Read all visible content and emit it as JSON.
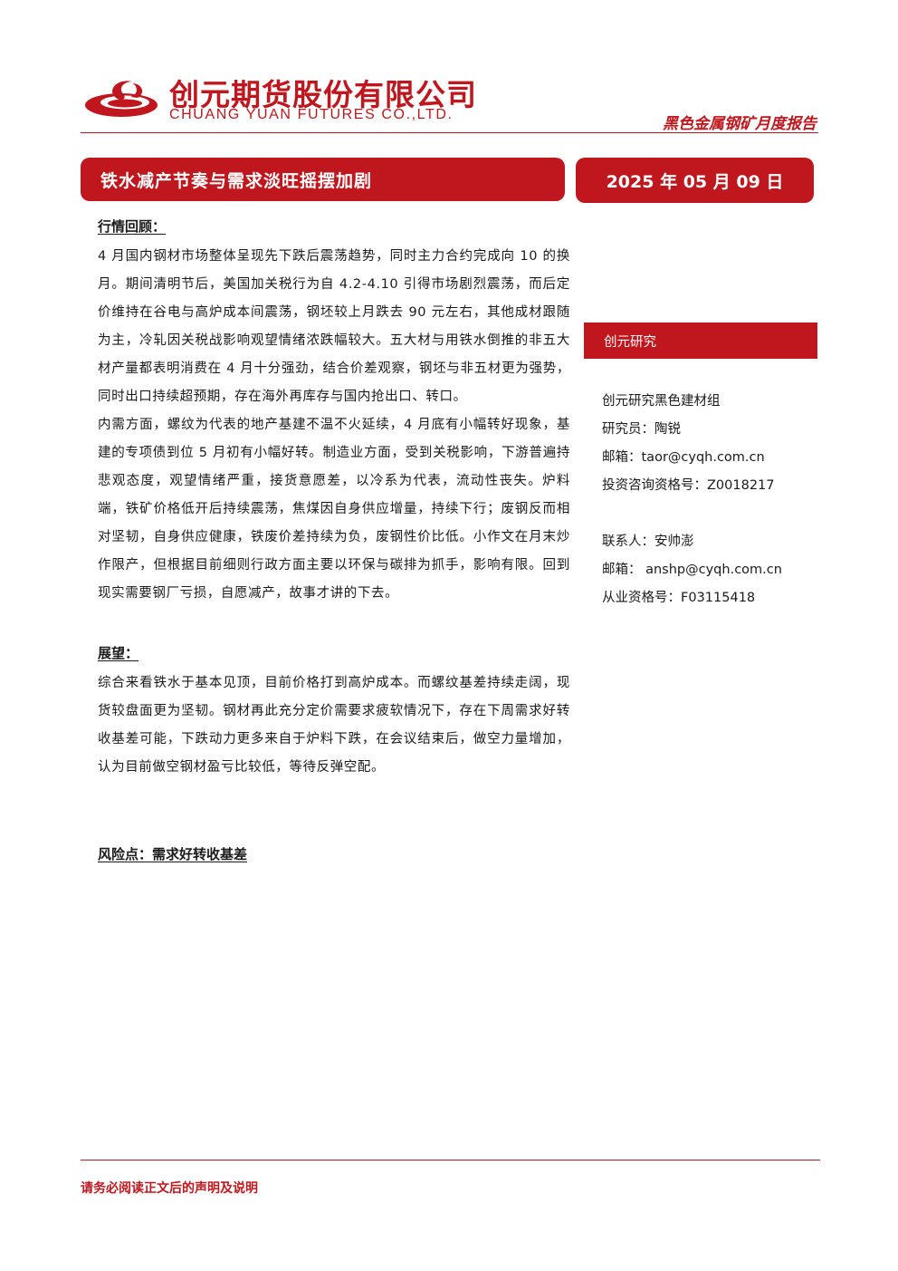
{
  "header": {
    "company_cn": "创元期货股份有限公司",
    "company_en": "CHUANG YUAN FUTURES CO.,LTD.",
    "report_type": "黑色金属钢矿月度报告",
    "logo_icon": "company-logo-icon",
    "brand_color": "#c0161d"
  },
  "title": "铁水减产节奏与需求淡旺摇摆加剧",
  "date": "2025 年 05 月 09 日",
  "review": {
    "heading": "行情回顾：",
    "paragraphs": [
      "4 月国内钢材市场整体呈现先下跌后震荡趋势，同时主力合约完成向 10 的换月。期间清明节后，美国加关税行为自 4.2-4.10 引得市场剧烈震荡，而后定价维持在谷电与高炉成本间震荡，钢坯较上月跌去 90 元左右，其他成材跟随为主，冷轧因关税战影响观望情绪浓跌幅较大。五大材与用铁水倒推的非五大材产量都表明消费在 4 月十分强劲，结合价差观察，钢坯与非五材更为强势，同时出口持续超预期，存在海外再库存与国内抢出口、转口。",
      "内需方面，螺纹为代表的地产基建不温不火延续，4 月底有小幅转好现象，基建的专项债到位 5 月初有小幅好转。制造业方面，受到关税影响，下游普遍持悲观态度，观望情绪严重，接货意愿差，以冷系为代表，流动性丧失。炉料端，铁矿价格低开后持续震荡，焦煤因自身供应增量，持续下行；废钢反而相对坚韧，自身供应健康，铁废价差持续为负，废钢性价比低。小作文在月末炒作限产，但根据目前细则行政方面主要以环保与碳排为抓手，影响有限。回到现实需要钢厂亏损，自愿减产，故事才讲的下去。"
    ]
  },
  "outlook": {
    "heading": "展望：",
    "paragraph": "综合来看铁水于基本见顶，目前价格打到高炉成本。而螺纹基差持续走阔，现货较盘面更为坚韧。钢材再此充分定价需要求疲软情况下，存在下周需求好转收基差可能，下跌动力更多来自于炉料下跌，在会议结束后，做空力量增加，认为目前做空钢材盈亏比较低，等待反弹空配。"
  },
  "risk": {
    "heading": "风险点：需求好转收基差"
  },
  "sidebar": {
    "section_label": "创元研究",
    "group": "创元研究黑色建材组",
    "researcher": "研究员：陶锐",
    "researcher_email": "邮箱：taor@cyqh.com.cn",
    "researcher_license": "投资咨询资格号：Z0018217",
    "contact": "联系人：安帅澎",
    "contact_email": "邮箱： anshp@cyqh.com.cn",
    "contact_license": "从业资格号：F03115418"
  },
  "footer": {
    "note": "请务必阅读正文后的声明及说明"
  }
}
